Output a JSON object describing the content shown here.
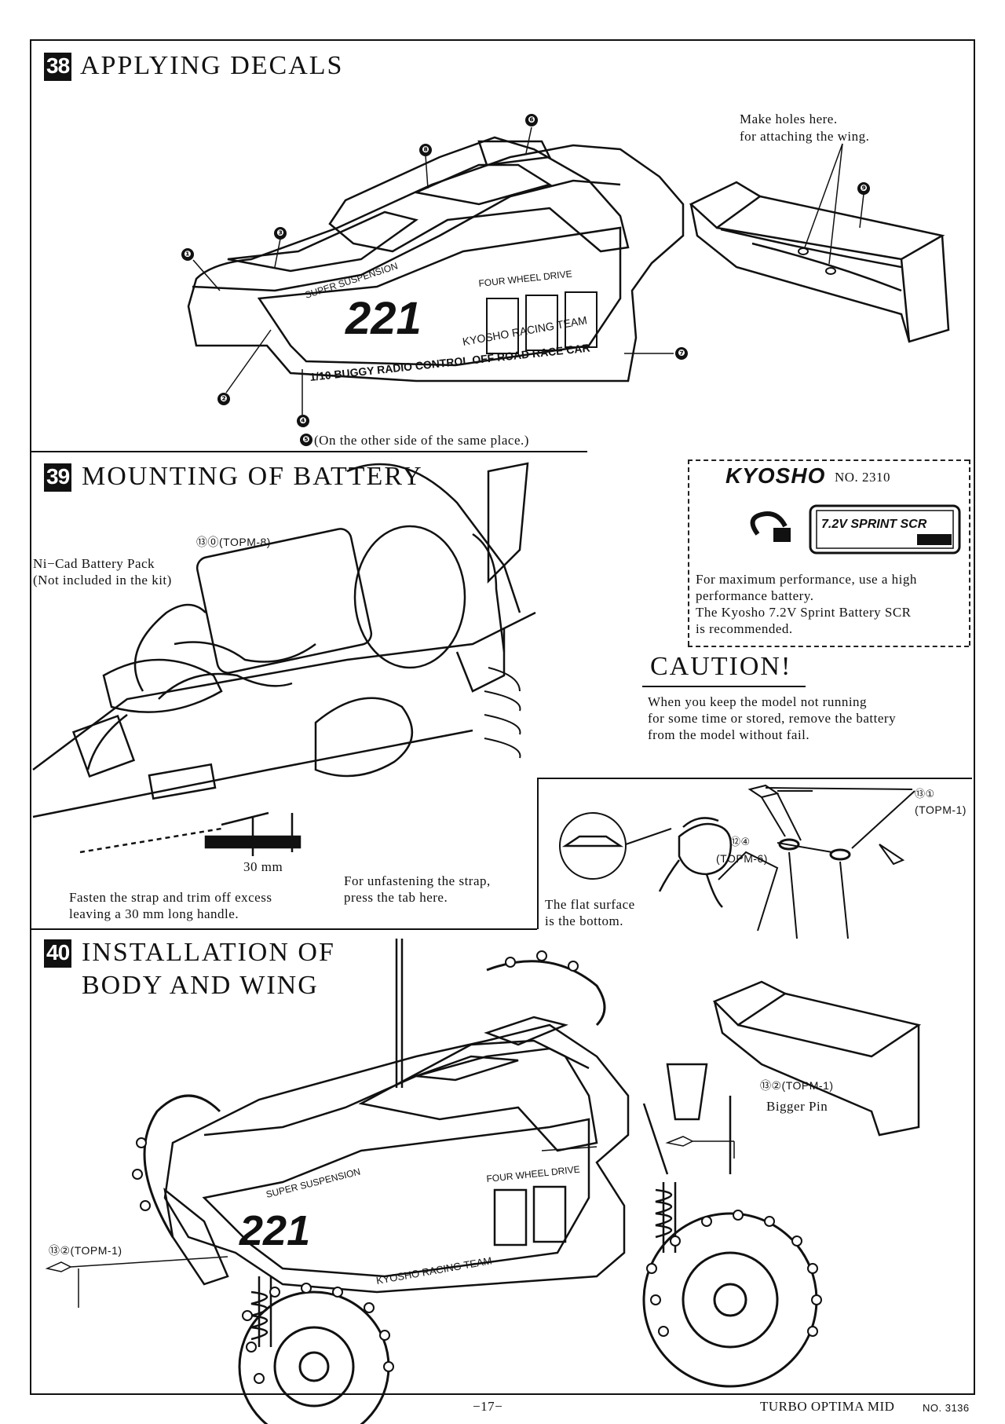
{
  "step38": {
    "num": "38",
    "title": "APPLYING DECALS",
    "note_holes_1": "Make holes here.",
    "note_holes_2": "for attaching the wing.",
    "callouts": [
      "❶",
      "❷",
      "❸",
      "❹",
      "❻",
      "❼",
      "❽",
      "❾"
    ],
    "callout5": "❺",
    "note_other_side": "(On the other side of the same place.)",
    "decal_number": "221",
    "decal_super": "SUPER SUSPENSION",
    "decal_fwd": "FOUR WHEEL DRIVE",
    "decal_racing": "KYOSHO RACING TEAM",
    "decal_buggy": "1/10 BUGGY RADIO CONTROL OFF ROAD RACE CAR"
  },
  "step39": {
    "num": "39",
    "title": "MOUNTING OF BATTERY",
    "part_topm8": "⑬⓪(TOPM-8)",
    "battery_label_1": "Ni−Cad Battery Pack",
    "battery_label_2": "(Not included in the kit)",
    "strap_length": "30 mm",
    "strap_note_1": "Fasten the strap and trim off excess",
    "strap_note_2": "leaving a 30 mm long handle.",
    "unfasten_1": "For unfastening the strap,",
    "unfasten_2": "press the tab here.",
    "brand": "KYOSHO",
    "product_no": "NO. 2310",
    "battery_product": "7.2V SPRINT SCR",
    "perf_1": "For maximum performance, use a high",
    "perf_2": "performance battery.",
    "perf_3": "The Kyosho 7.2V Sprint Battery SCR",
    "perf_4": "is recommended.",
    "caution_title": "CAUTION!",
    "caution_1": "When you keep the model not running",
    "caution_2": "for some time or stored, remove the battery",
    "caution_3": "from the model without fail."
  },
  "wing_inset": {
    "part_131": "⑬①",
    "part_131_code": "(TOPM-1)",
    "part_124": "⑫④",
    "part_124_code": "(TOPM-6)",
    "flat_1": "The flat surface",
    "flat_2": "is the bottom."
  },
  "step40": {
    "num": "40",
    "title_1": "INSTALLATION OF",
    "title_2": "BODY AND WING",
    "part_132_right": "⑬②(TOPM-1)",
    "bigger_pin": "Bigger Pin",
    "part_132_left": "⑬②(TOPM-1)"
  },
  "footer": {
    "page": "−17−",
    "model": "TURBO OPTIMA MID",
    "no": "NO. 3136"
  }
}
